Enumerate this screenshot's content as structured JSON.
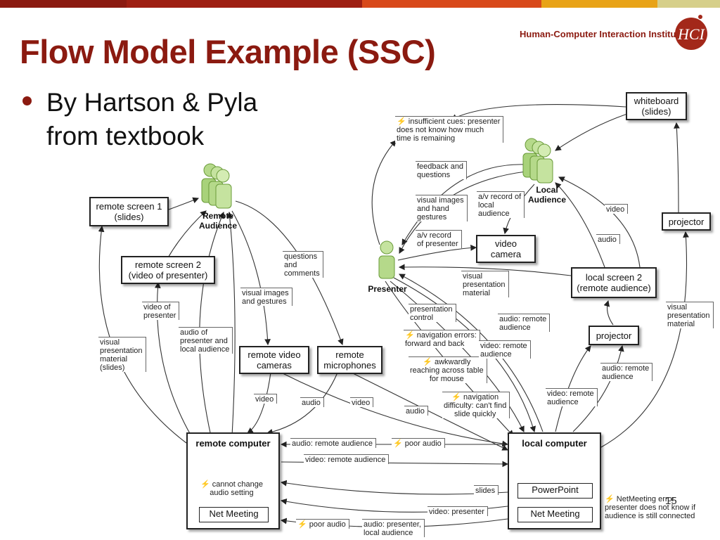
{
  "header": {
    "title": "Flow Model Example (SSC)",
    "institute": "Human-Computer Interaction Institute",
    "logo_text": "HCI",
    "page_number": "15",
    "bar_colors": [
      "#8b1a10",
      "#c0261a",
      "#e0601a",
      "#e8a317",
      "#d8c878"
    ]
  },
  "bullet": {
    "line1": "By Hartson & Pyla",
    "line2": "from textbook"
  },
  "actors": {
    "remote": "Remote\nAudience",
    "local": "Local\nAudience",
    "presenter": "Presenter"
  },
  "boxes": {
    "remote_screen1": "remote screen 1\n(slides)",
    "remote_screen2": "remote screen 2\n(video of presenter)",
    "remote_cameras": "remote video\ncameras",
    "remote_mics": "remote\nmicrophones",
    "whiteboard": "whiteboard\n(slides)",
    "video_camera": "video\ncamera",
    "local_screen2": "local screen 2\n(remote audience)",
    "projector_top": "projector",
    "projector_mid": "projector",
    "remote_computer": "remote computer",
    "local_computer": "local computer",
    "net_meeting_remote": "Net Meeting",
    "powerpoint": "PowerPoint",
    "net_meeting_local": "Net Meeting"
  },
  "labels": {
    "insufficient": "insufficient cues: presenter\ndoes not know how much\ntime is remaining",
    "feedback": "feedback and\nquestions",
    "visual_images_hand": "visual images\nand hand\ngestures",
    "av_record_local": "a/v record of\nlocal\naudience",
    "av_record_presenter": "a/v record\nof presenter",
    "video_right": "video",
    "audio_right": "audio",
    "visual_pres_material": "visual\npresentation\nmaterial",
    "pres_control": "presentation\ncontrol",
    "nav_errors": "navigation errors:\nforward and back",
    "awkward": "awkwardly\nreaching across table\nfor mouse",
    "nav_difficulty": "navigation\ndifficulty: can't find\nslide quickly",
    "audio_remote_aud1": "audio: remote\naudience",
    "video_remote_aud1": "video: remote\naudience",
    "audio_remote_aud2": "audio: remote\naudience",
    "video_remote_aud2": "video: remote\naudience",
    "visual_pres_material_right": "visual\npresentation\nmaterial",
    "questions_comments": "questions\nand\ncomments",
    "visual_images_gestures": "visual images\nand gestures",
    "video_of_presenter": "video of\npresenter",
    "audio_of_presenter": "audio of\npresenter and\nlocal audience",
    "visual_pres_slides": "visual\npresentation\nmaterial\n(slides)",
    "video_l1": "video",
    "audio_l1": "audio",
    "video_l2": "video",
    "audio_l2": "audio",
    "audio_remote_audience_bottom": "audio: remote audience",
    "poor_audio_top": "poor audio",
    "video_remote_audience_bottom": "video: remote audience",
    "cannot_change": "cannot change\naudio setting",
    "slides": "slides",
    "video_presenter": "video: presenter",
    "poor_audio_bottom": "poor audio",
    "audio_presenter_local": "audio: presenter,\nlocal audience",
    "netmeeting_error": "NetMeeting error:\npresenter does not know if\naudience is still connected"
  },
  "icons": {
    "error": "lightning-bolt-icon"
  }
}
